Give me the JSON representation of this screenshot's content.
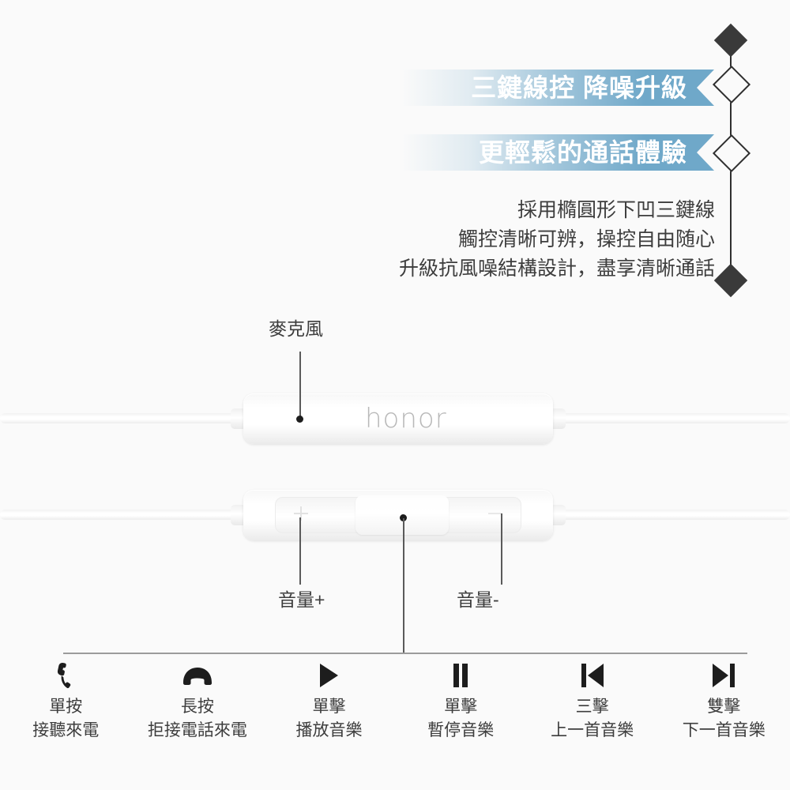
{
  "background_color": "#fafafa",
  "accent_color": "#6fa8c9",
  "banners": [
    {
      "text": "三鍵線控 降噪升級"
    },
    {
      "text": "更輕鬆的通話體驗"
    }
  ],
  "body_copy": {
    "lines": [
      "採用橢圓形下凹三鍵線",
      "觸控清晰可辨，操控自由随心",
      "升級抗風噪結構設計，盡享清晰通話"
    ]
  },
  "rail": {
    "diamonds": [
      "filled",
      "hollow",
      "hollow",
      "filled"
    ]
  },
  "product": {
    "brand_logo": "honor",
    "callouts": {
      "microphone": "麥克風",
      "volume_up": "音量+",
      "volume_down": "音量-"
    }
  },
  "controls": [
    {
      "icon": "phone-answer-icon",
      "gesture": "單按",
      "action": "接聽來電"
    },
    {
      "icon": "phone-hangup-icon",
      "gesture": "長按",
      "action": "拒接電話來電"
    },
    {
      "icon": "play-icon",
      "gesture": "單擊",
      "action": "播放音樂"
    },
    {
      "icon": "pause-icon",
      "gesture": "單擊",
      "action": "暫停音樂"
    },
    {
      "icon": "previous-track-icon",
      "gesture": "三擊",
      "action": "上一首音樂"
    },
    {
      "icon": "next-track-icon",
      "gesture": "雙擊",
      "action": "下一首音樂"
    }
  ]
}
